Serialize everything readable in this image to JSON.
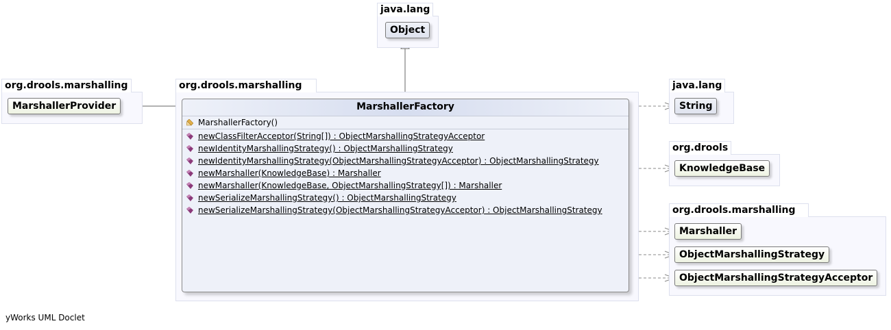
{
  "packages": {
    "java_lang_top": {
      "name": "java.lang",
      "classes": [
        "Object"
      ]
    },
    "org_drools_marshalling_left": {
      "name": "org.drools.marshalling",
      "classes": [
        "MarshallerProvider"
      ]
    },
    "org_drools_marshalling_center": {
      "name": "org.drools.marshalling"
    },
    "java_lang_right": {
      "name": "java.lang",
      "classes": [
        "String"
      ]
    },
    "org_drools": {
      "name": "org.drools",
      "classes": [
        "KnowledgeBase"
      ]
    },
    "org_drools_marshalling_right": {
      "name": "org.drools.marshalling",
      "classes": [
        "Marshaller",
        "ObjectMarshallingStrategy",
        "ObjectMarshallingStrategyAcceptor"
      ]
    }
  },
  "main_class": {
    "name": "MarshallerFactory",
    "constructor": "MarshallerFactory()",
    "methods": [
      "newClassFilterAcceptor(String[]) : ObjectMarshallingStrategyAcceptor",
      "newIdentityMarshallingStrategy() : ObjectMarshallingStrategy",
      "newIdentityMarshallingStrategy(ObjectMarshallingStrategyAcceptor) : ObjectMarshallingStrategy",
      "newMarshaller(KnowledgeBase) : Marshaller",
      "newMarshaller(KnowledgeBase, ObjectMarshallingStrategy[]) : Marshaller",
      "newSerializeMarshallingStrategy() : ObjectMarshallingStrategy",
      "newSerializeMarshallingStrategy(ObjectMarshallingStrategyAcceptor) : ObjectMarshallingStrategy"
    ]
  },
  "icons": {
    "constructor": "constructor-icon",
    "method": "static-method-icon"
  },
  "colors": {
    "package_border": "#dde0ee",
    "method_icon": "#8b3a7a",
    "constructor_icon": "#e2b04a"
  },
  "footer": "yWorks UML Doclet"
}
